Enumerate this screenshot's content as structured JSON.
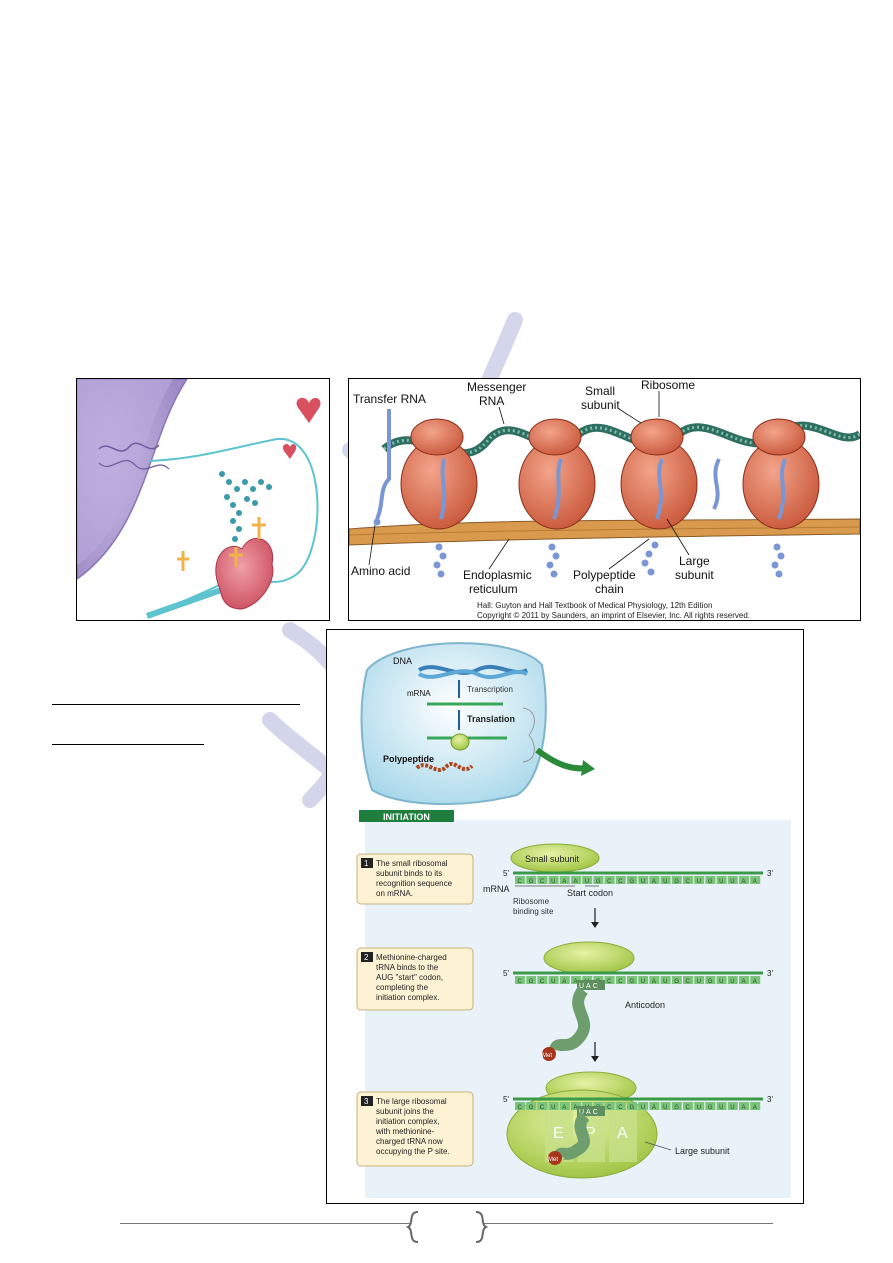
{
  "figure_ribosome": {
    "labels": {
      "transfer_rna": "Transfer RNA",
      "messenger_rna_1": "Messenger",
      "messenger_rna_2": "RNA",
      "small_subunit_1": "Small",
      "small_subunit_2": "subunit",
      "ribosome": "Ribosome",
      "amino_acid": "Amino acid",
      "er_1": "Endoplasmic",
      "er_2": "reticulum",
      "polypeptide_1": "Polypeptide",
      "polypeptide_2": "chain",
      "large_subunit_1": "Large",
      "large_subunit_2": "subunit"
    },
    "credit_1": "Hall: Guyton and Hall Textbook of Medical Physiology, 12th Edition",
    "credit_2": "Copyright © 2011 by Saunders, an imprint of Elsevier, Inc. All rights reserved."
  },
  "figure_initiation": {
    "overview": {
      "dna": "DNA",
      "transcription": "Transcription",
      "mrna": "mRNA",
      "translation": "Translation",
      "polypeptide": "Polypeptide"
    },
    "banner": "INITIATION",
    "steps": [
      {
        "num": "1",
        "text_lines": [
          "The small ribosomal",
          "subunit binds to its",
          "recognition sequence",
          "on mRNA."
        ]
      },
      {
        "num": "2",
        "text_lines": [
          "Methionine-charged",
          "tRNA binds to the",
          "AUG \"start\" codon,",
          "completing the",
          "initiation complex."
        ]
      },
      {
        "num": "3",
        "text_lines": [
          "The large ribosomal",
          "subunit joins the",
          "initiation complex,",
          "with methionine-",
          "charged tRNA now",
          "occupying the P site."
        ]
      }
    ],
    "labels": {
      "small_subunit": "Small subunit",
      "five_prime": "5'",
      "three_prime": "3'",
      "mrna": "mRNA",
      "ribosome_binding_1": "Ribosome",
      "ribosome_binding_2": "binding site",
      "start_codon": "Start codon",
      "anticodon": "Anticodon",
      "met": "Met",
      "site_e": "E",
      "site_p": "P",
      "site_a": "A",
      "large_subunit": "Large subunit",
      "uac": "UAC"
    },
    "mrna_sequence": [
      "C",
      "G",
      "C",
      "U",
      "A",
      "A",
      "U",
      "G",
      "C",
      "C",
      "G",
      "U",
      "A",
      "U",
      "G",
      "C",
      "U",
      "G",
      "U",
      "U",
      "A",
      "A"
    ]
  }
}
